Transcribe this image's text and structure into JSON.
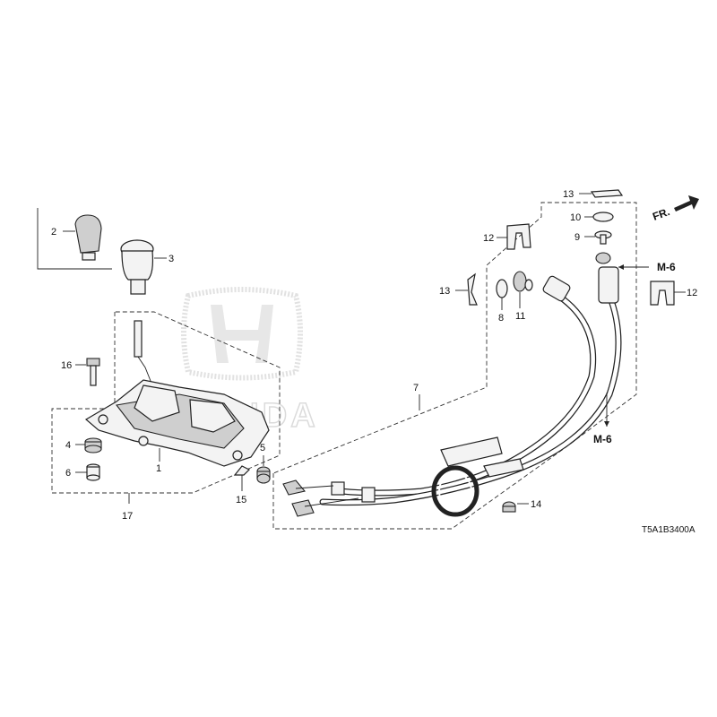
{
  "diagram": {
    "callouts": [
      {
        "id": "2",
        "text": "2"
      },
      {
        "id": "3",
        "text": "3"
      },
      {
        "id": "16",
        "text": "16"
      },
      {
        "id": "4",
        "text": "4"
      },
      {
        "id": "6",
        "text": "6"
      },
      {
        "id": "1",
        "text": "1"
      },
      {
        "id": "17",
        "text": "17"
      },
      {
        "id": "5",
        "text": "5"
      },
      {
        "id": "15",
        "text": "15"
      },
      {
        "id": "7",
        "text": "7"
      },
      {
        "id": "13a",
        "text": "13"
      },
      {
        "id": "13b",
        "text": "13"
      },
      {
        "id": "12a",
        "text": "12"
      },
      {
        "id": "12b",
        "text": "12"
      },
      {
        "id": "10",
        "text": "10"
      },
      {
        "id": "9",
        "text": "9"
      },
      {
        "id": "8",
        "text": "8"
      },
      {
        "id": "11",
        "text": "11"
      },
      {
        "id": "14",
        "text": "14"
      }
    ],
    "refs": {
      "front": "FR.",
      "m6_top": "M-6",
      "m6_bottom": "M-6"
    },
    "diagram_code": "T5A1B3400A",
    "watermark": "HONDA"
  }
}
